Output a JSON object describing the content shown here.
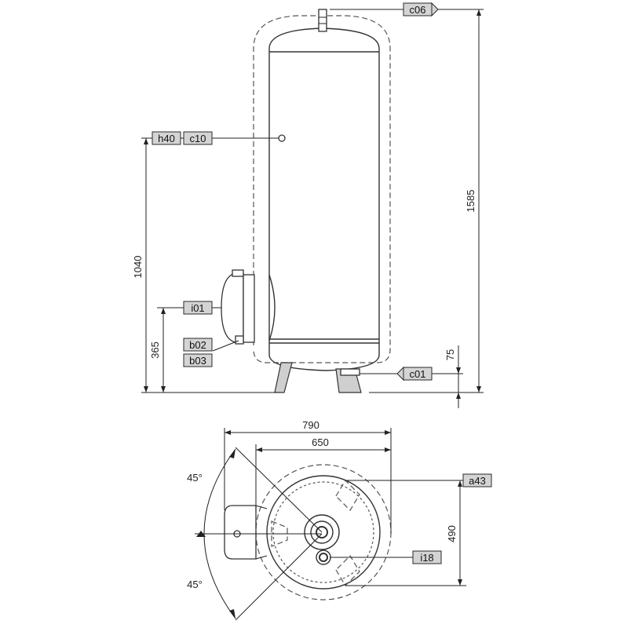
{
  "labels": {
    "c06": "c06",
    "h40": "h40",
    "c10": "c10",
    "i01": "i01",
    "b02": "b02",
    "b03": "b03",
    "c01": "c01",
    "a43": "a43",
    "i18": "i18"
  },
  "dimensions": {
    "total_height": "1585",
    "height_c10": "1040",
    "height_i01": "365",
    "height_c01": "75",
    "width_outer": "790",
    "width_inner": "650",
    "depth": "490",
    "angle_top": "45°",
    "angle_bottom": "45°"
  }
}
